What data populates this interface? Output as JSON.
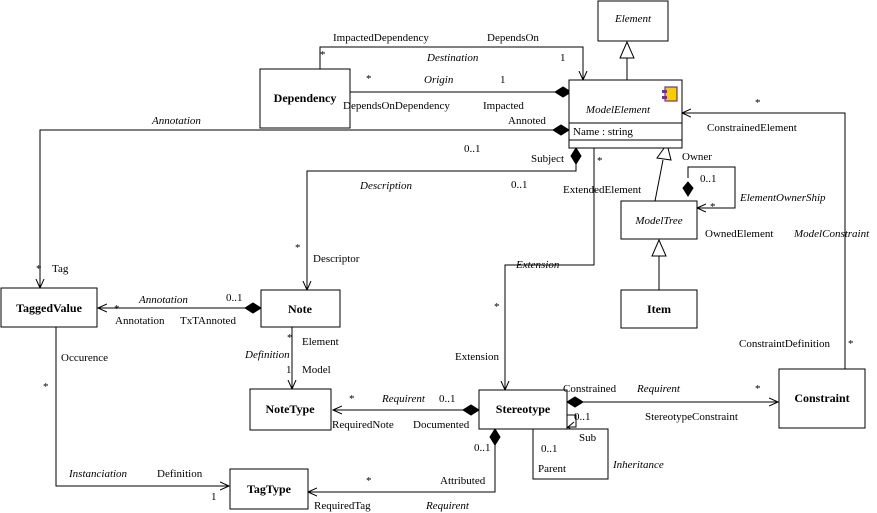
{
  "classes": {
    "element": "Element",
    "model_element": "ModelElement",
    "model_element_attr": "Name : string",
    "dependency": "Dependency",
    "model_tree": "ModelTree",
    "item": "Item",
    "tagged_value": "TaggedValue",
    "note": "Note",
    "note_type": "NoteType",
    "stereotype": "Stereotype",
    "constraint": "Constraint",
    "tag_type": "TagType"
  },
  "labels": {
    "impacted_dependency": "ImpactedDependency",
    "depends_on": "DependsOn",
    "destination": "Destination",
    "star_a": "*",
    "one_a": "1",
    "origin": "Origin",
    "star_b": "*",
    "one_b": "1",
    "depends_on_dependency": "DependsOnDependency",
    "impacted": "Impacted",
    "annotation_top": "Annotation",
    "annoted": "Annoted",
    "zero_one_a": "0..1",
    "subject": "Subject",
    "star_subject": "*",
    "description": "Description",
    "zero_one_b": "0..1",
    "extended_element": "ExtendedElement",
    "owner": "Owner",
    "zero_one_owner": "0..1",
    "element_ownership": "ElementOwnerShip",
    "star_owned": "*",
    "owned_element": "OwnedElement",
    "model_constraint": "ModelConstraint",
    "constrained_element": "ConstrainedElement",
    "star_constrained": "*",
    "star_tag": "*",
    "tag": "Tag",
    "star_descriptor": "*",
    "descriptor": "Descriptor",
    "extension_italic": "Extension",
    "star_extension": "*",
    "extension": "Extension",
    "annotation_mid": "Annotation",
    "star_annotation": "*",
    "zero_one_txt": "0..1",
    "annotation_end": "Annotation",
    "txt_annoted": "TxTAnnoted",
    "star_element": "*",
    "element_role": "Element",
    "definition_italic": "Definition",
    "one_model": "1",
    "model": "Model",
    "occurence": "Occurence",
    "star_occurence": "*",
    "constraint_definition": "ConstraintDefinition",
    "star_constraint_def": "*",
    "constrained": "Constrained",
    "requirent_constraint": "Requirent",
    "star_stereo_constraint": "*",
    "stereotype_constraint": "StereotypeConstraint",
    "star_required_note": "*",
    "requirent_note": "Requirent",
    "zero_one_documented": "0..1",
    "required_note": "RequiredNote",
    "documented": "Documented",
    "zero_one_sub": "0..1",
    "sub": "Sub",
    "zero_one_parent": "0..1",
    "parent": "Parent",
    "inheritance": "Inheritance",
    "zero_one_attributed": "0..1",
    "instanciation": "Instanciation",
    "definition": "Definition",
    "one_definition": "1",
    "star_required_tag": "*",
    "attributed": "Attributed",
    "required_tag": "RequiredTag",
    "requirent_tag": "Requirent"
  },
  "colors": {
    "line": "#000000",
    "background": "#ffffff",
    "icon_yellow": "#f4d000",
    "icon_purple": "#7a2f8f"
  }
}
